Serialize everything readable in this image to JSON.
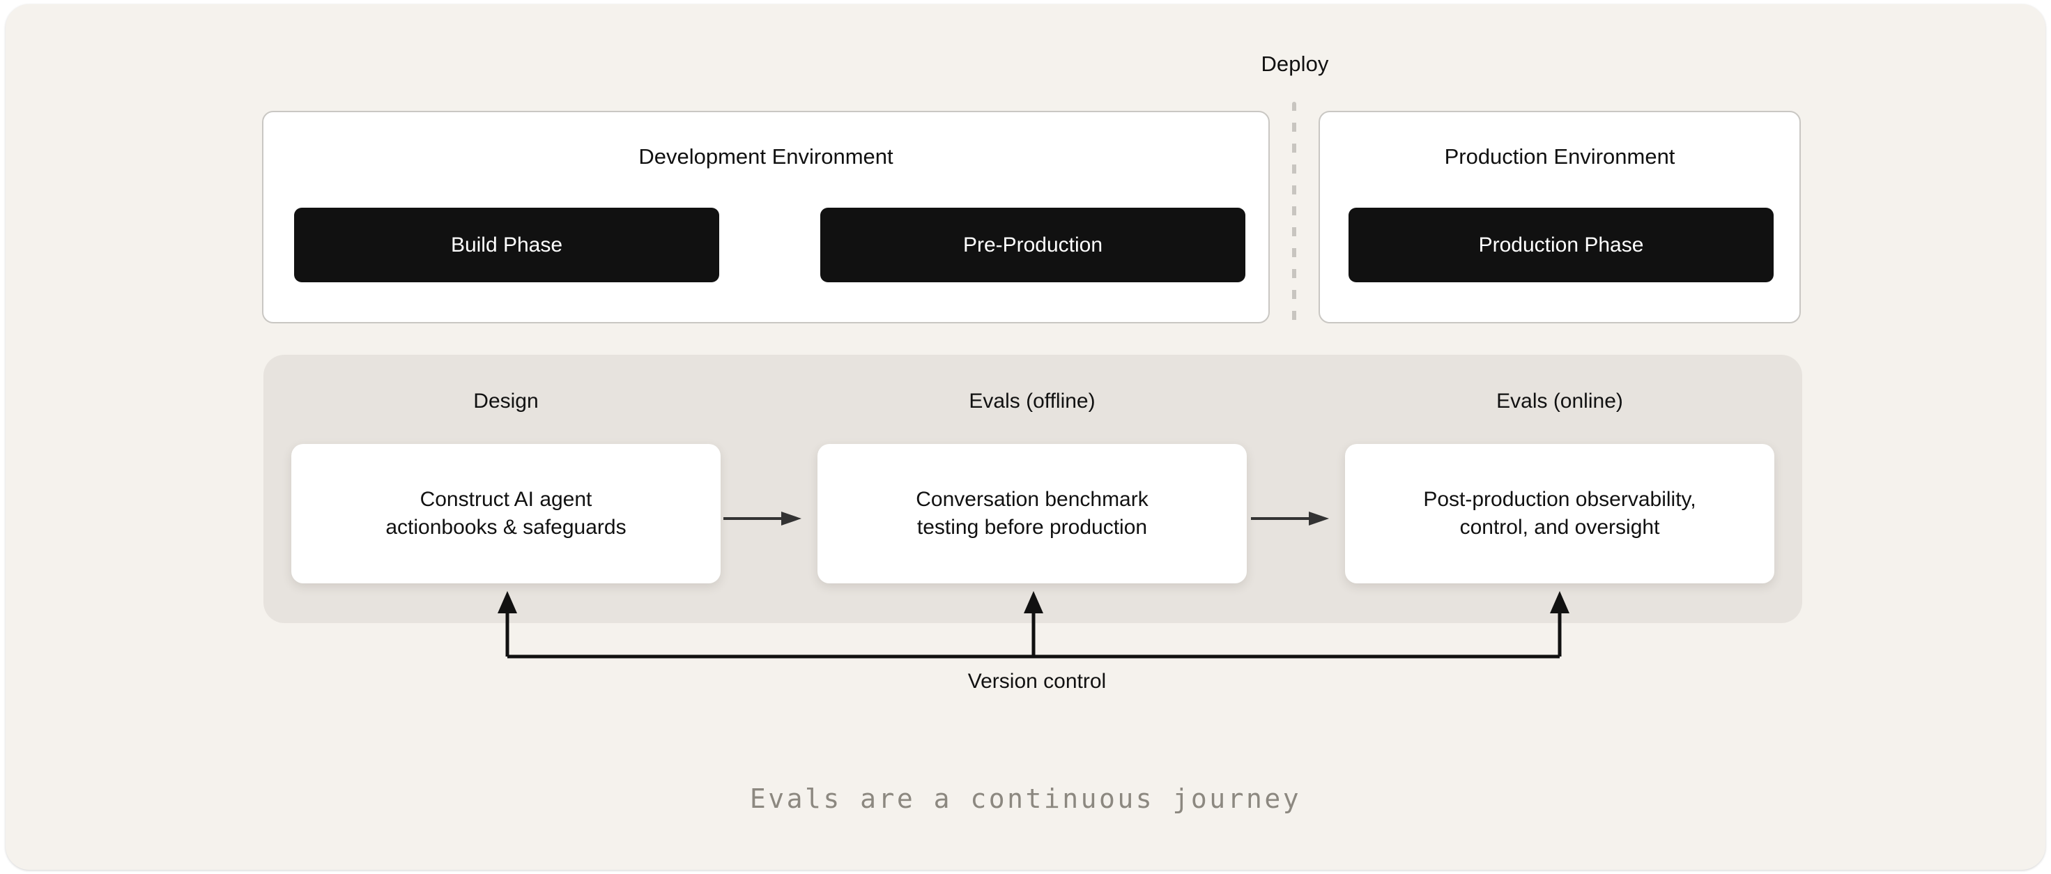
{
  "diagram": {
    "deploy_label": "Deploy",
    "environments": [
      {
        "id": "development",
        "title": "Development Environment",
        "phases": [
          "Build Phase",
          "Pre-Production"
        ]
      },
      {
        "id": "production",
        "title": "Production Environment",
        "phases": [
          "Production Phase"
        ]
      }
    ],
    "stages": [
      {
        "id": "design",
        "label": "Design",
        "card_line1": "Construct AI agent",
        "card_line2": "actionbooks & safeguards"
      },
      {
        "id": "evals-offline",
        "label": "Evals (offline)",
        "card_line1": "Conversation benchmark",
        "card_line2": "testing before production"
      },
      {
        "id": "evals-online",
        "label": "Evals (online)",
        "card_line1": "Post-production observability,",
        "card_line2": "control, and oversight"
      }
    ],
    "feedback_label": "Version control",
    "caption": "Evals are a continuous journey",
    "colors": {
      "canvas_bg": "#f5f2ed",
      "band_bg": "#e7e3de",
      "panel_bg": "#ffffff",
      "panel_border": "#c9c7c3",
      "pill_bg": "#111111",
      "pill_text": "#ffffff",
      "arrow": "#333333",
      "feedback_line": "#111111",
      "caption_text": "#8c8880",
      "divider": "#c8c5c0"
    }
  }
}
